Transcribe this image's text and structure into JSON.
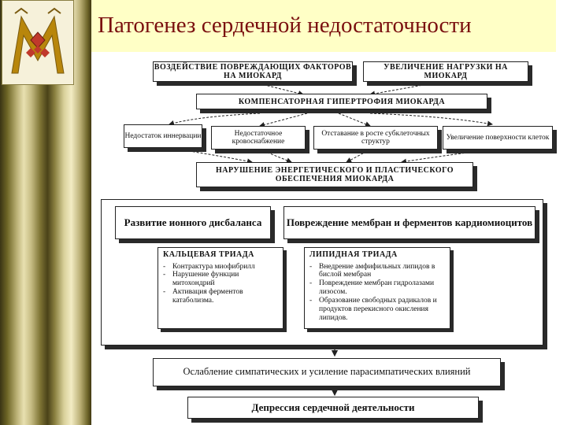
{
  "title": "Патогенез сердечной недостаточности",
  "logo": {
    "letter": "M",
    "description": "emblem"
  },
  "boxes": {
    "b1": "ВОЗДЕЙСТВИЕ ПОВРЕЖДАЮЩИХ ФАКТОРОВ НА МИОКАРД",
    "b2": "УВЕЛИЧЕНИЕ НАГРУЗКИ НА МИОКАРД",
    "b3": "КОМПЕНСАТОРНАЯ ГИПЕРТРОФИЯ МИОКАРДА",
    "c1": "Недостаток иннервации",
    "c2": "Недостаточное кровоснабжение",
    "c3": "Отставание в росте субклеточных структур",
    "c4": "Увеличение поверхности клеток",
    "d1": "НАРУШЕНИЕ ЭНЕРГЕТИЧЕСКОГО И ПЛАСТИЧЕСКОГО ОБЕСПЕЧЕНИЯ МИОКАРДА",
    "e1": "Развитие ионного дисбаланса",
    "e2": "Повреждение мембран и ферментов кардиомиоцитов",
    "f1": "Ослабление симпатических и усиление парасимпатических влияний",
    "g1": "Депрессия сердечной деятельности"
  },
  "calcium_triad": {
    "heading": "КАЛЬЦЕВАЯ ТРИАДА",
    "items": [
      "Контрактура миофибрилл",
      "Нарушение функции митохондрий",
      "Активация ферментов катаболизма."
    ]
  },
  "lipid_triad": {
    "heading": "ЛИПИДНАЯ ТРИАДА",
    "items": [
      "Внедрение амфифильных липидов в бислой мембран",
      "Повреждение мембран гидролазами лизосом.",
      "Образование свободных радикалов и продуктов перекисного окисления липидов."
    ]
  }
}
